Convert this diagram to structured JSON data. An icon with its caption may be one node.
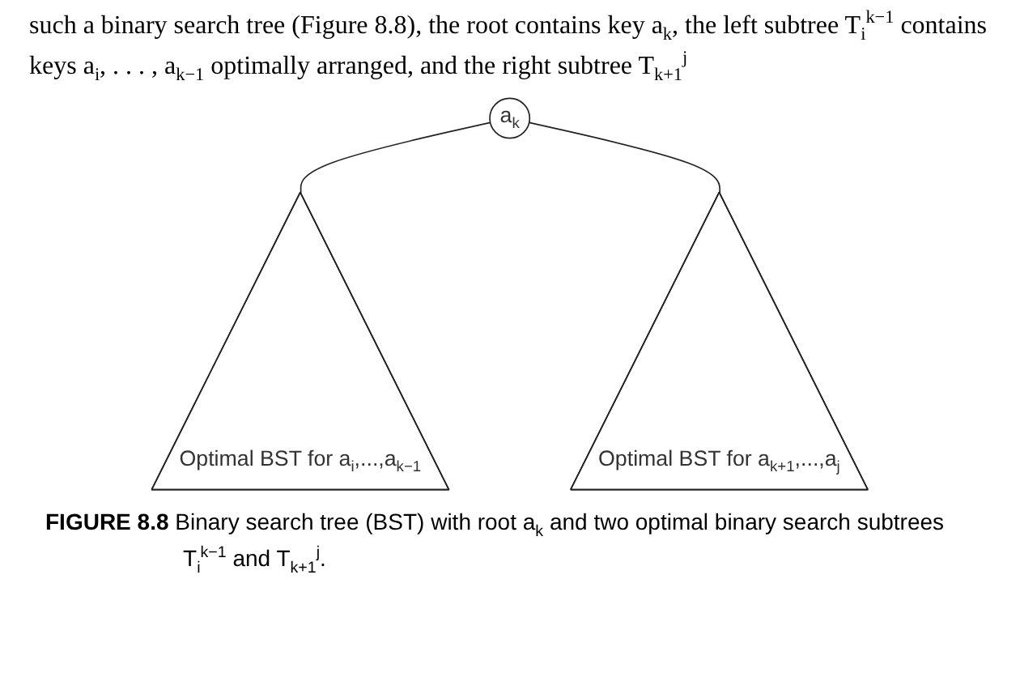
{
  "diagram": {
    "caption": "**FIGURE 8.8** Binary search tree (BST) with root a$_{k}$ and two optimal binary search subtrees T$_{i}$$^{k−1}$ and T$_{k+1}$$^{j}$.",
    "nodes": [
      {
        "text": [
          "a$_{k}$"
        ]
      },
      {
        "text": [
          "Optimal BST for a$_{i}$,...,a$_{k−1}$"
        ]
      },
      {
        "text": [
          "Optimal BST for a$_{k+1}$,...,a$_{j}$"
        ]
      }
    ],
    "edges": [
      {
        "from": 0,
        "to": 1,
        "arrow": "none"
      },
      {
        "from": 0,
        "to": 2,
        "arrow": "none"
      }
    ],
    "labels": [
      "such a binary search tree (Figure 8.8), the root contains key a$_{k}$, the left subtree T$_{i}$$^{k−1}$ contains keys a$_{i}$, . . . , a$_{k−1}$ optimally arranged, and the right subtree T$_{k+1}$$^{j}$"
    ]
  }
}
